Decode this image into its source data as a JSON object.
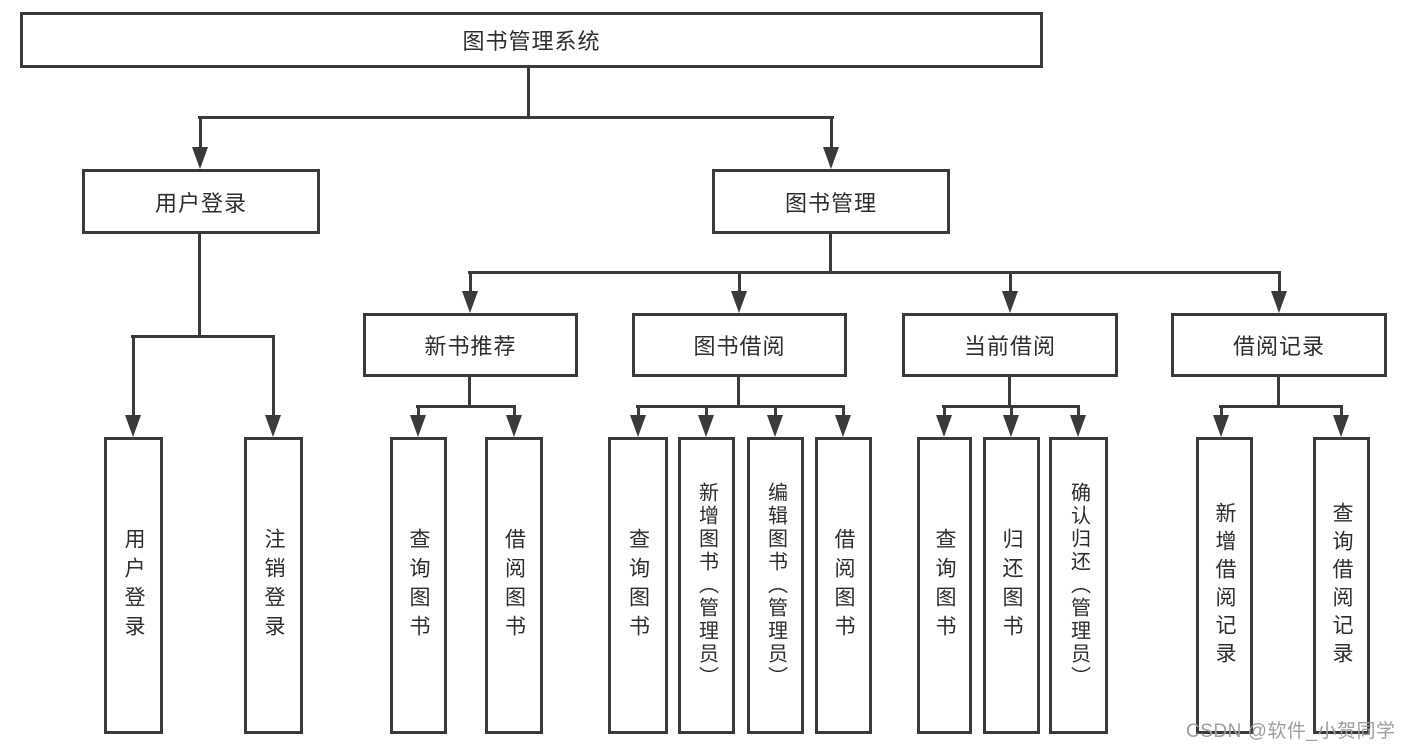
{
  "colors": {
    "line": "#3a3a3a",
    "text": "#2d2d2d",
    "background": "#ffffff",
    "watermark_text_color": "#9e9e9e"
  },
  "watermark": {
    "text": "CSDN @软件_小贺同学"
  },
  "tree": {
    "root": {
      "label": "图书管理系统",
      "children": [
        {
          "label": "用户登录",
          "children": [
            {
              "label": "用户登录"
            },
            {
              "label": "注销登录"
            }
          ]
        },
        {
          "label": "图书管理",
          "children": [
            {
              "label": "新书推荐",
              "children": [
                {
                  "label": "查询图书"
                },
                {
                  "label": "借阅图书"
                }
              ]
            },
            {
              "label": "图书借阅",
              "children": [
                {
                  "label": "查询图书"
                },
                {
                  "label": "新增图书（管理员）"
                },
                {
                  "label": "编辑图书（管理员）"
                },
                {
                  "label": "借阅图书"
                }
              ]
            },
            {
              "label": "当前借阅",
              "children": [
                {
                  "label": "查询图书"
                },
                {
                  "label": "归还图书"
                },
                {
                  "label": "确认归还（管理员）"
                }
              ]
            },
            {
              "label": "借阅记录",
              "children": [
                {
                  "label": "新增借阅记录"
                },
                {
                  "label": "查询借阅记录"
                }
              ]
            }
          ]
        }
      ]
    }
  }
}
